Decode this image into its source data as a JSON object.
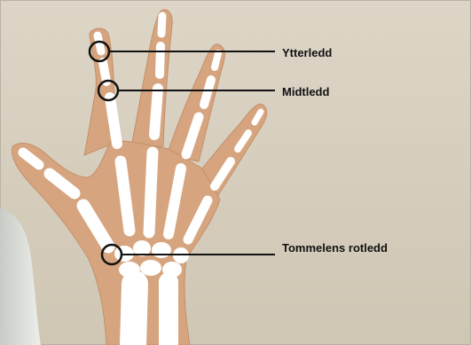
{
  "annotations": [
    {
      "id": "ytterledd",
      "label": "Ytterledd"
    },
    {
      "id": "midtledd",
      "label": "Midtledd"
    },
    {
      "id": "tommelens-rotledd",
      "label": "Tommelens rotledd"
    }
  ],
  "colors": {
    "background_top": "#ddd5c6",
    "background_bottom": "#cfc6b4",
    "skin": "#d6a57f",
    "skin_shade": "#c48f68",
    "bone": "#ffffff",
    "sleeve": "#e3e5e0",
    "annotation": "#111111"
  }
}
